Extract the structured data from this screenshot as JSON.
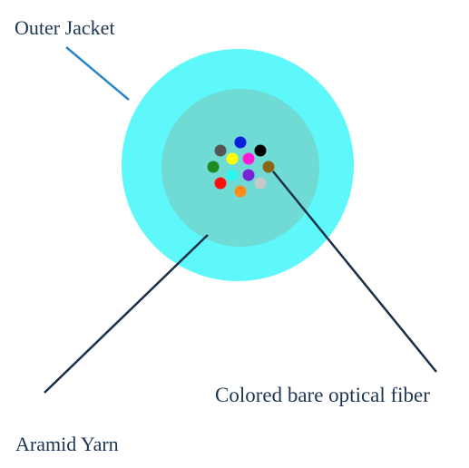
{
  "labels": {
    "outer_jacket": "Outer Jacket",
    "optical_fiber": "Colored bare optical fiber",
    "aramid_yarn": "Aramid Yarn"
  },
  "colors": {
    "outer_jacket": "#5ef8fb",
    "aramid_yarn": "#6fdbd4",
    "jacket_leader": "#2a86c8",
    "leader_line": "#1a3048",
    "label_text": "#1d3550"
  },
  "fibers": [
    {
      "name": "slate",
      "color": "#555555"
    },
    {
      "name": "blue",
      "color": "#0a1fd8"
    },
    {
      "name": "black",
      "color": "#000000"
    },
    {
      "name": "green",
      "color": "#1e8c1e"
    },
    {
      "name": "yellow",
      "color": "#ffff00"
    },
    {
      "name": "rose",
      "color": "#ff1cd2"
    },
    {
      "name": "brown",
      "color": "#8a6614"
    },
    {
      "name": "aqua",
      "color": "#2ef6ee"
    },
    {
      "name": "violet",
      "color": "#7a22d6"
    },
    {
      "name": "red",
      "color": "#ff1010"
    },
    {
      "name": "orange",
      "color": "#ff8c1a"
    },
    {
      "name": "white",
      "color": "#c9c9c9"
    }
  ]
}
